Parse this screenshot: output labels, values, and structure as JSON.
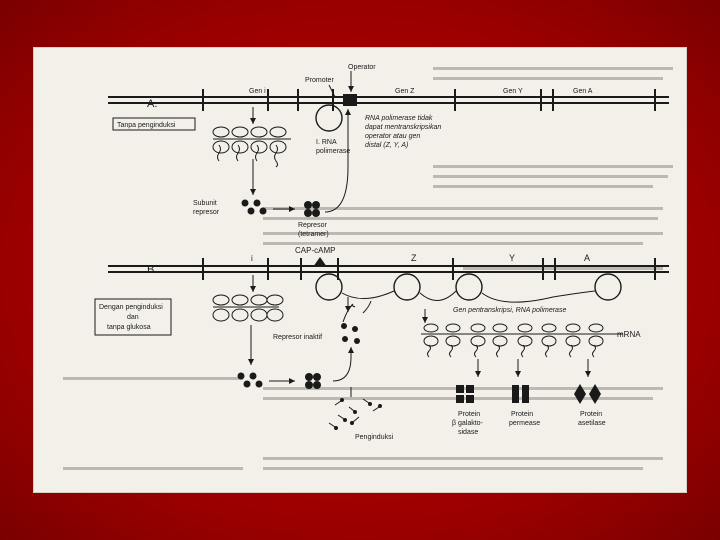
{
  "panel_a": {
    "letter": "A.",
    "operator_label": "Operator",
    "promoter_label": "Promoter",
    "genes": [
      "Gen i",
      "Gen Z",
      "Gen Y",
      "Gen A"
    ],
    "condition_label": "Tanpa penginduksi",
    "polymerase_label": [
      "I. RNA",
      "polimerase"
    ],
    "polymerase_note": [
      "RNA polimerase tidak",
      "dapat mentranskripsikan",
      "operator atau gen",
      "distal (Z, Y, A)"
    ],
    "subunit_label": [
      "Subunit",
      "represor"
    ],
    "repressor_label": [
      "Represor",
      "(tetramer)"
    ]
  },
  "panel_b": {
    "letter": "B.",
    "cap_label": "CAP-cAMP",
    "genes": [
      "i",
      "Z",
      "Y",
      "A"
    ],
    "condition_label": [
      "Dengan penginduksi",
      "dan",
      "tanpa glukosa"
    ],
    "transcription_label": "Gen pentranskripsi, RNA polimerase",
    "mrna_label": "mRNA",
    "inactive_repressor_label": "Represor inaktif",
    "inducer_label": "Penginduksi",
    "proteins": [
      {
        "lines": [
          "Protein",
          "β  galakto-",
          "sidase"
        ]
      },
      {
        "lines": [
          "Protein",
          "permease"
        ]
      },
      {
        "lines": [
          "Protein",
          "asetilase"
        ]
      }
    ]
  },
  "colors": {
    "frame": "#b00000",
    "paper": "#f3f0ea",
    "ink": "#1a1a1a"
  }
}
